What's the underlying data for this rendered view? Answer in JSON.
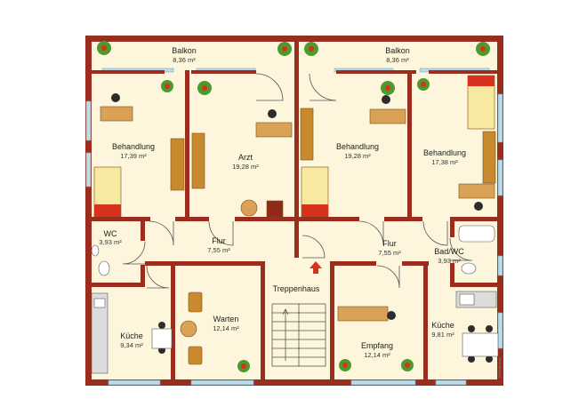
{
  "rooms": [
    {
      "id": "balkon-left",
      "name": "Balkon",
      "area": "8,36 m²"
    },
    {
      "id": "balkon-right",
      "name": "Balkon",
      "area": "8,36 m²"
    },
    {
      "id": "behandlung-left",
      "name": "Behandlung",
      "area": "17,39 m²"
    },
    {
      "id": "arzt",
      "name": "Arzt",
      "area": "19,28 m²"
    },
    {
      "id": "behandlung-middle",
      "name": "Behandlung",
      "area": "19,28 m²"
    },
    {
      "id": "behandlung-right",
      "name": "Behandlung",
      "area": "17,38 m²"
    },
    {
      "id": "wc",
      "name": "WC",
      "area": "3,93 m²"
    },
    {
      "id": "flur-left",
      "name": "Flur",
      "area": "7,55 m²"
    },
    {
      "id": "flur-right",
      "name": "Flur",
      "area": "7,55 m²"
    },
    {
      "id": "bad-wc",
      "name": "Bad/WC",
      "area": "3,93 m²"
    },
    {
      "id": "treppenhaus",
      "name": "Treppenhaus",
      "area": ""
    },
    {
      "id": "kueche-left",
      "name": "Küche",
      "area": "9,34 m²"
    },
    {
      "id": "warten",
      "name": "Warten",
      "area": "12,14 m²"
    },
    {
      "id": "empfang",
      "name": "Empfang",
      "area": "12,14 m²"
    },
    {
      "id": "kueche-right",
      "name": "Küche",
      "area": "9,81 m²"
    }
  ],
  "credit": "McGrundriss",
  "colors": {
    "wall": "#9b2d1f",
    "floor": "#fdf6dd",
    "window": "#bcdce8",
    "wood": "#c9892e",
    "plant": "#4f9a2c",
    "flower": "#d8321f"
  }
}
